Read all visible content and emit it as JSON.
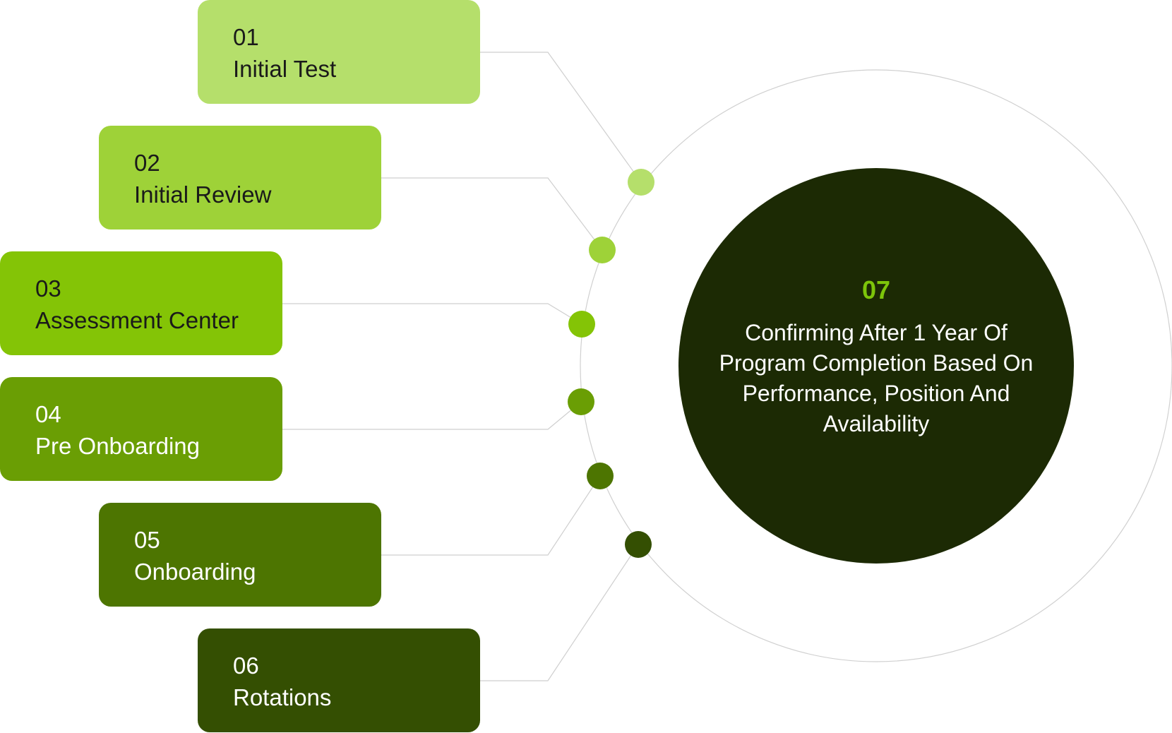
{
  "steps": [
    {
      "number": "01",
      "label": "Initial Test",
      "color": "#b5df6b",
      "text_color": "#1a1a1a"
    },
    {
      "number": "02",
      "label": "Initial Review",
      "color": "#9ed238",
      "text_color": "#1a1a1a"
    },
    {
      "number": "03",
      "label": "Assessment Center",
      "color": "#84c406",
      "text_color": "#1a1a1a"
    },
    {
      "number": "04",
      "label": "Pre Onboarding",
      "color": "#6a9e04",
      "text_color": "#ffffff"
    },
    {
      "number": "05",
      "label": "Onboarding",
      "color": "#4d7501",
      "text_color": "#ffffff"
    },
    {
      "number": "06",
      "label": "Rotations",
      "color": "#344f02",
      "text_color": "#ffffff"
    }
  ],
  "final": {
    "number": "07",
    "text": "Confirming After 1 Year Of Program Completion Based On Performance, Position And Availability",
    "color": "#1c2a04",
    "accent": "#7dc50a"
  }
}
